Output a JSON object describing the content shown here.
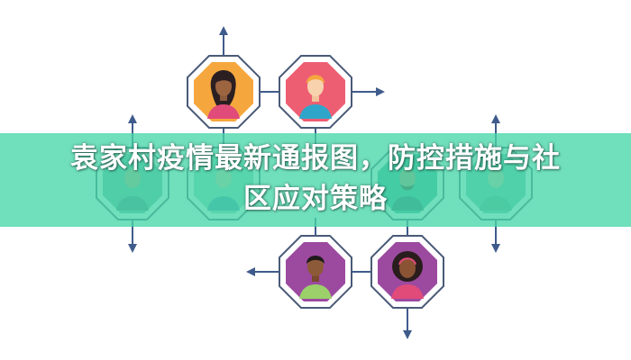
{
  "title": {
    "line1": "袁家村疫情最新通报图，防控措施与社",
    "line2": "区应对策略"
  },
  "nodes": [
    {
      "id": "woman-top",
      "fill": "#f5a73e",
      "icon": "woman-avatar-icon"
    },
    {
      "id": "man-top",
      "fill": "#ee5e73",
      "icon": "man-avatar-icon"
    },
    {
      "id": "mid-1",
      "fill": "#6fb0a3",
      "icon": "person-avatar-icon"
    },
    {
      "id": "mid-2",
      "fill": "#8fd2c0",
      "icon": "person-avatar-icon"
    },
    {
      "id": "mid-3",
      "fill": "#3aa79a",
      "icon": "bearded-man-avatar-icon"
    },
    {
      "id": "mid-4",
      "fill": "#6fbfb0",
      "icon": "person-avatar-icon"
    },
    {
      "id": "man-bottom",
      "fill": "#9c4aa0",
      "icon": "man-avatar-icon"
    },
    {
      "id": "woman-bottom",
      "fill": "#9c4aa0",
      "icon": "woman-curly-avatar-icon"
    }
  ],
  "colors": {
    "band": "#48d6a8",
    "connector": "#3f5b8c",
    "node_border": "#4a5a78"
  }
}
